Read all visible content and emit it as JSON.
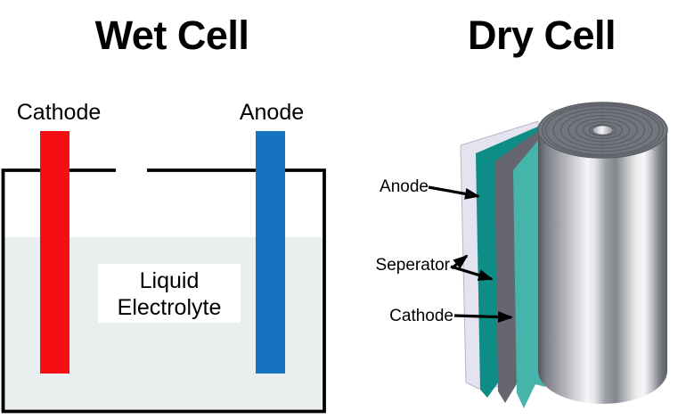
{
  "wet_cell": {
    "title": "Wet Cell",
    "cathode_label": "Cathode",
    "anode_label": "Anode",
    "electrolyte_label_line1": "Liquid",
    "electrolyte_label_line2": "Electrolyte"
  },
  "dry_cell": {
    "title": "Dry Cell",
    "anode_label": "Anode",
    "separator_label": "Seperator",
    "cathode_label": "Cathode"
  },
  "colors": {
    "cathode_electrode_red": "#f50f14",
    "anode_electrode_blue": "#1673c2",
    "liquid_electrolyte_fill": "#e9efee",
    "container_outline": "#000000",
    "separator_sheet_white": "#e3e4ef",
    "anode_sheet_teal_dark": "#0e8d86",
    "separator_sheet_gray": "#666671",
    "cathode_sheet_teal_light": "#45b5ac",
    "roll_top_gray": "#74767e",
    "roll_ring_line": "#5d5f68"
  }
}
